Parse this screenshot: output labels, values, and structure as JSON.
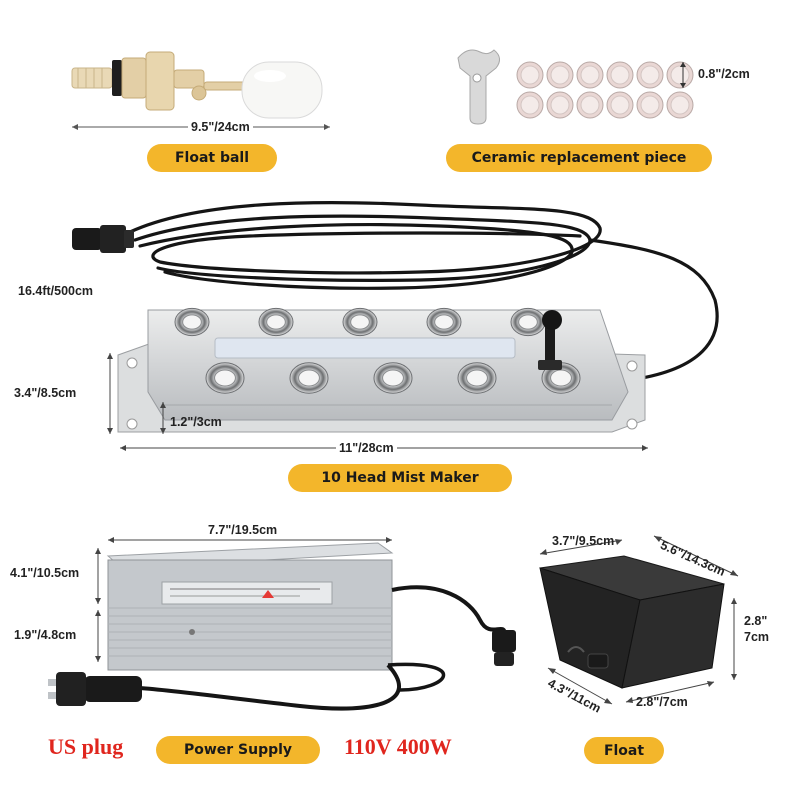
{
  "float_ball": {
    "name": "Float ball",
    "length": "9.5\"/24cm"
  },
  "ceramic": {
    "name": "Ceramic replacement piece",
    "diameter": "0.8\"/2cm",
    "disc_count": 12
  },
  "mist_maker": {
    "name": "10 Head Mist Maker",
    "cable_length": "16.4ft/500cm",
    "height": "3.4\"/8.5cm",
    "base_height": "1.2\"/3cm",
    "length": "11\"/28cm",
    "head_count": 10
  },
  "power_supply": {
    "name": "Power Supply",
    "width": "7.7\"/19.5cm",
    "height": "4.1\"/10.5cm",
    "depth": "1.9\"/4.8cm",
    "plug_label": "US plug",
    "rating": "110V 400W"
  },
  "float": {
    "name": "Float",
    "top_width": "3.7\"/9.5cm",
    "top_depth": "5.6\"/14.3cm",
    "height_in": "2.8\"",
    "height_cm": "7cm",
    "bottom_depth": "4.3\"/11cm",
    "bottom_width": "2.8\"/7cm"
  },
  "colors": {
    "label_pill": "#f3b62b",
    "accent_text": "#e0261e"
  }
}
